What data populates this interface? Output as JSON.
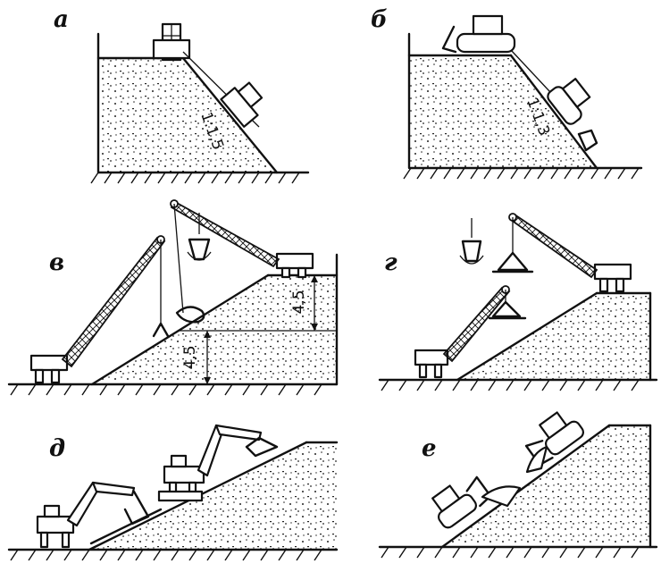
{
  "panels": [
    {
      "id": "a",
      "label": "а",
      "slope": "1:1,5"
    },
    {
      "id": "b",
      "label": "б",
      "slope": "1:1,3"
    },
    {
      "id": "v",
      "label": "в",
      "dim_upper": "4,5",
      "dim_lower": "4,5"
    },
    {
      "id": "g",
      "label": "г"
    },
    {
      "id": "d",
      "label": "д"
    },
    {
      "id": "e",
      "label": "е"
    }
  ]
}
